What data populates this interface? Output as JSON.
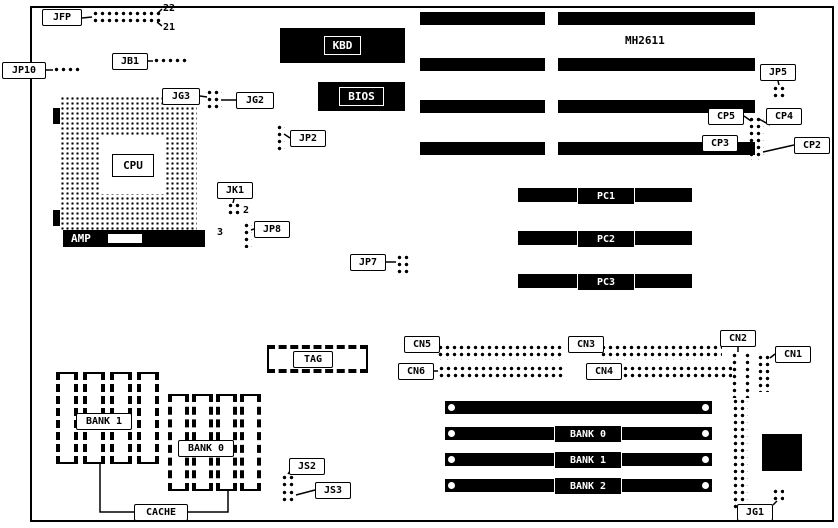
{
  "board": {
    "model": "MH2611",
    "labels": {
      "jfp": "JFP",
      "jp10": "JP10",
      "jb1": "JB1",
      "jg3": "JG3",
      "jg2": "JG2",
      "kbd": "KBD",
      "bios": "BIOS",
      "jp2": "JP2",
      "cpu": "CPU",
      "amp": "AMP",
      "jk1": "JK1",
      "jp8": "JP8",
      "jp7": "JP7",
      "jp5": "JP5",
      "cp5": "CP5",
      "cp4": "CP4",
      "cp3": "CP3",
      "cp2": "CP2",
      "cn5": "CN5",
      "cn3": "CN3",
      "cn6": "CN6",
      "cn4": "CN4",
      "cn2": "CN2",
      "cn1": "CN1",
      "tag": "TAG",
      "cache_bank1": "BANK 1",
      "cache_bank0": "BANK 0",
      "cache": "CACHE",
      "js2": "JS2",
      "js3": "JS3",
      "jg1": "JG1"
    },
    "pin_numbers": {
      "jfp_pin22": "22",
      "jfp_pin21": "21",
      "jk1_pin2": "2",
      "jk1_pin3": "3"
    },
    "pci_slots": [
      "PC1",
      "PC2",
      "PC3"
    ],
    "simm_banks": [
      "BANK 0",
      "BANK 1",
      "BANK 2"
    ]
  }
}
